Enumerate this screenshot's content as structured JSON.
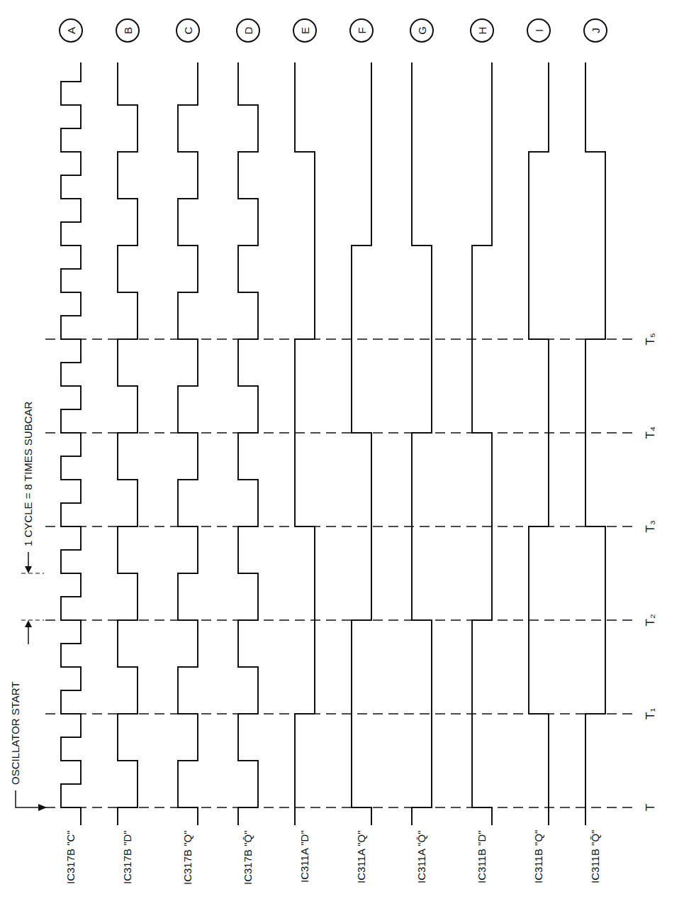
{
  "diagram": {
    "nodes": [
      {
        "text": [
          "A"
        ]
      },
      {
        "text": [
          "B"
        ]
      },
      {
        "text": [
          "C"
        ]
      },
      {
        "text": [
          "D"
        ]
      },
      {
        "text": [
          "E"
        ]
      },
      {
        "text": [
          "F"
        ]
      },
      {
        "text": [
          "G"
        ]
      },
      {
        "text": [
          "H"
        ]
      },
      {
        "text": [
          "I"
        ]
      },
      {
        "text": [
          "J"
        ]
      }
    ],
    "labels": [
      "OSCILLATOR START",
      "1 CYCLE = 8 TIMES SUBCAR",
      "IC317B \"C\"",
      "IC317B \"D\"",
      "IC317B \"Q\"",
      "IC317B \"Q̄\"",
      "IC311A \"D\"",
      "IC311A \"Q\"",
      "IC311A \"Q̄\"",
      "IC311B \"D\"",
      "IC311B \"Q\"",
      "IC311B \"Q̄\"",
      "T",
      "T₁",
      "T₂",
      "T₃",
      "T₄",
      "T₅"
    ]
  }
}
